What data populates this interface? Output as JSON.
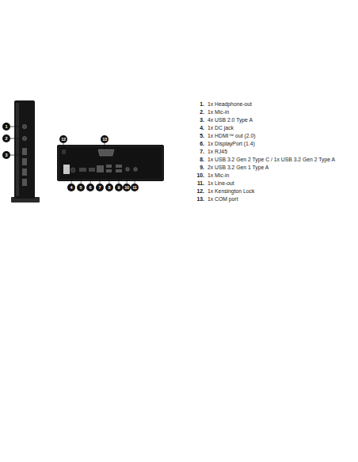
{
  "diagram": {
    "labels": [
      "1",
      "2",
      "3",
      "12",
      "13",
      "4",
      "5",
      "6",
      "7",
      "8",
      "9",
      "10",
      "11",
      "1.",
      "1x Headphone-out",
      "2.",
      "1x Mic-in",
      "3.",
      "4x USB 2.0 Type A",
      "4.",
      "1x DC jack",
      "5.",
      "1x HDMI™ out (2.0)",
      "6.",
      "1x DisplayPort (1.4)",
      "7.",
      "1x RJ45",
      "8.",
      "1x USB 3.2 Gen 2 Type C / 1x USB 3.2 Gen 2 Type A",
      "9.",
      "2x USB 3.2 Gen 1 Type A",
      "10.",
      "1x Mic-in",
      "11.",
      "1x Line-out",
      "12.",
      "1x Kensington Lock",
      "13.",
      "1x COM port"
    ]
  }
}
